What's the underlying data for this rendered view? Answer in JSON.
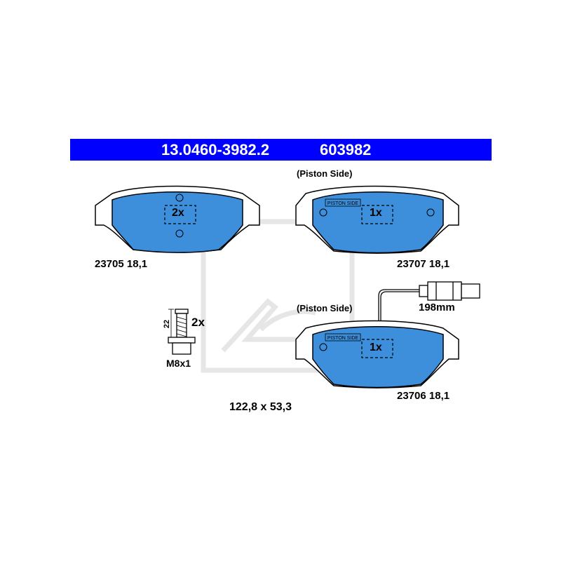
{
  "header": {
    "part_number": "13.0460-3982.2",
    "code": "603982"
  },
  "pads": [
    {
      "label": "23705 18,1",
      "qty": "2x",
      "note": ""
    },
    {
      "label": "23707 18,1",
      "qty": "1x",
      "note": "(Piston Side)",
      "stamp": "PISTON SIDE"
    },
    {
      "label": "23706 18,1",
      "qty": "1x",
      "note": "(Piston Side)",
      "stamp": "PISTON SIDE"
    }
  ],
  "sensor": {
    "length": "198mm"
  },
  "bolt": {
    "qty": "2x",
    "thread": "M8x1",
    "length": "22"
  },
  "dimensions": "122,8 x 53,3",
  "colors": {
    "banner": "#0000ff",
    "pad": "#3d8fdc",
    "watermark": "#e6e6e6"
  }
}
